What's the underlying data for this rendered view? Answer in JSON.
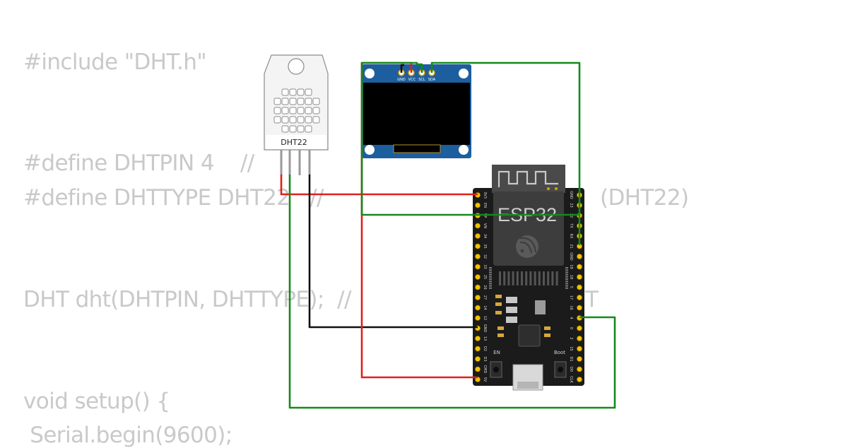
{
  "code": {
    "lines": [
      "#include \"DHT.h\"",
      "#define DHTPIN 4    //",
      "#define DHTTYPE DHT22   //",
      "DHT dht(DHTPIN, DHTTYPE);  //",
      "void setup() {",
      " Serial.begin(9600);"
    ],
    "fragments": [
      "(DHT22)",
      "T"
    ]
  },
  "sensor": {
    "label": "DHT22"
  },
  "oled": {
    "pins": [
      "GND",
      "VCC",
      "SCL",
      "SDA"
    ]
  },
  "board": {
    "brand": "ESP32",
    "left_pins": [
      "3V3",
      "EN",
      "VP",
      "VN",
      "34",
      "35",
      "32",
      "33",
      "25",
      "26",
      "27",
      "14",
      "12",
      "GND",
      "13",
      "D2",
      "D3",
      "CMD",
      "5V"
    ],
    "right_pins": [
      "GND",
      "23",
      "22",
      "TX",
      "RX",
      "21",
      "GND",
      "19",
      "18",
      "5",
      "17",
      "16",
      "4",
      "0",
      "2",
      "15",
      "D1",
      "D0",
      "CLK"
    ],
    "en_label": "EN",
    "boot_label": "Boot"
  },
  "wire_colors": {
    "power": "#e0201b",
    "ground": "#111111",
    "signal": "#138a1a"
  }
}
